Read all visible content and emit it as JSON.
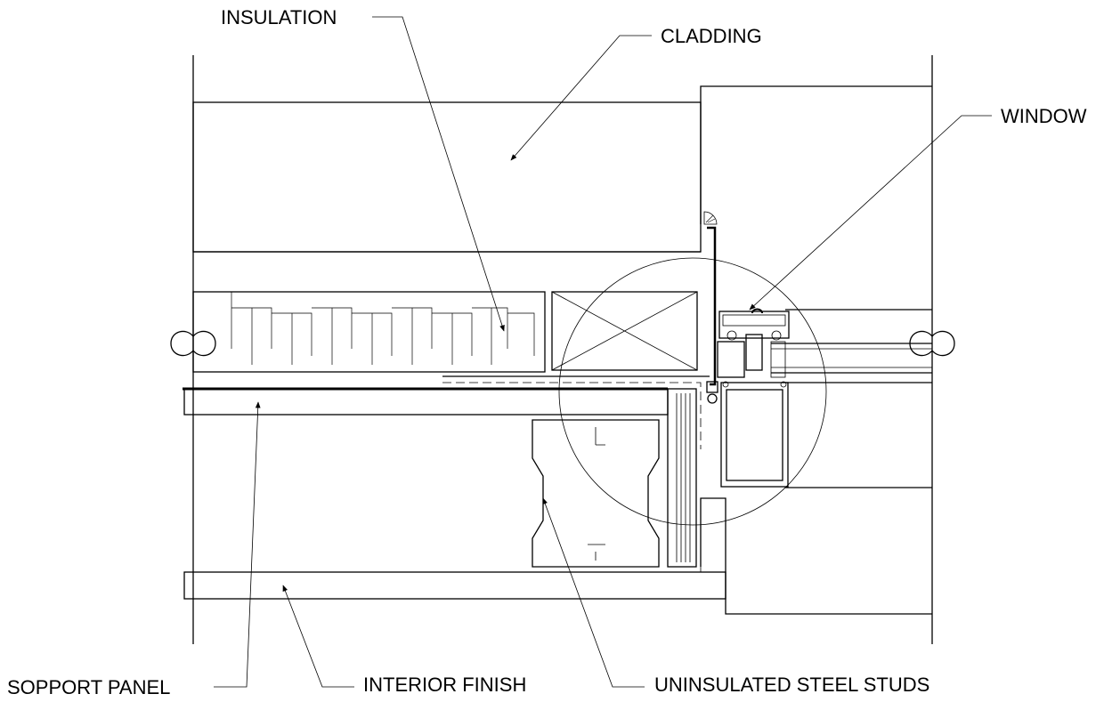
{
  "labels": {
    "insulation": "INSULATION",
    "cladding": "CLADDING",
    "window": "WINDOW",
    "support_panel": "SOPPORT PANEL",
    "interior_finish": "INTERIOR FINISH",
    "steel_studs": "UNINSULATED STEEL STUDS"
  },
  "colors": {
    "line": "#000000",
    "background": "#ffffff"
  }
}
